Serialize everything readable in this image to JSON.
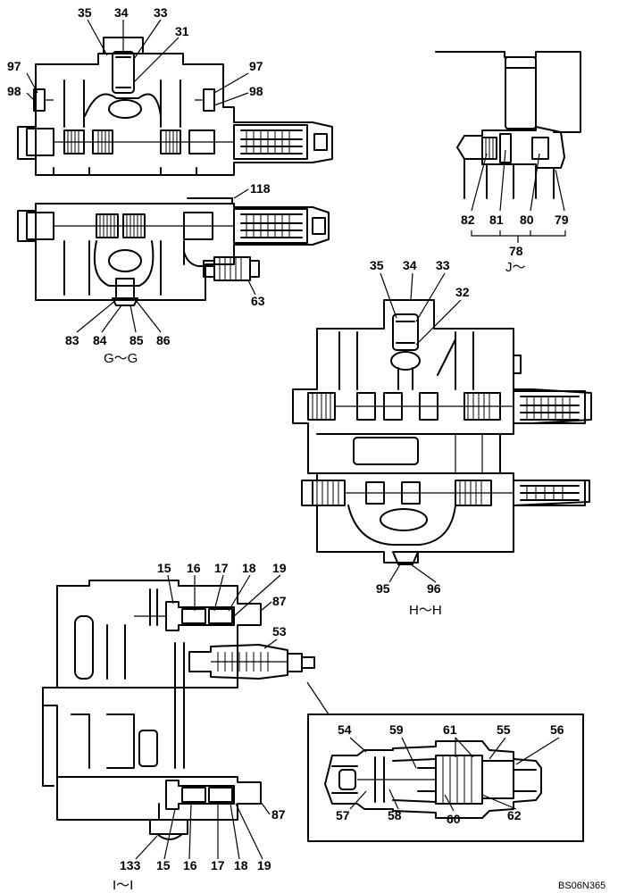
{
  "drawing_code": "BS06N365",
  "views": {
    "gg": {
      "caption": "G～G",
      "labels": {
        "p35": "35",
        "p34": "34",
        "p33": "33",
        "p31": "31",
        "p97a": "97",
        "p98a": "98",
        "p97b": "97",
        "p98b": "98",
        "p118": "118",
        "p63": "63",
        "p83": "83",
        "p84": "84",
        "p85": "85",
        "p86": "86"
      }
    },
    "jj": {
      "caption": "J～",
      "labels": {
        "p82": "82",
        "p81": "81",
        "p80": "80",
        "p79": "79",
        "p78": "78"
      }
    },
    "hh": {
      "caption": "H～H",
      "labels": {
        "p35": "35",
        "p34": "34",
        "p33": "33",
        "p32": "32",
        "p95": "95",
        "p96": "96"
      }
    },
    "ii": {
      "caption": "I～I",
      "labels": {
        "p15a": "15",
        "p16a": "16",
        "p17a": "17",
        "p18a": "18",
        "p19a": "19",
        "p87a": "87",
        "p53": "53",
        "p87b": "87",
        "p133": "133",
        "p15b": "15",
        "p16b": "16",
        "p17b": "17",
        "p18b": "18",
        "p19b": "19"
      }
    },
    "detail": {
      "labels": {
        "p54": "54",
        "p59": "59",
        "p61": "61",
        "p55": "55",
        "p56": "56",
        "p57": "57",
        "p58": "58",
        "p60": "60",
        "p62": "62"
      }
    }
  }
}
